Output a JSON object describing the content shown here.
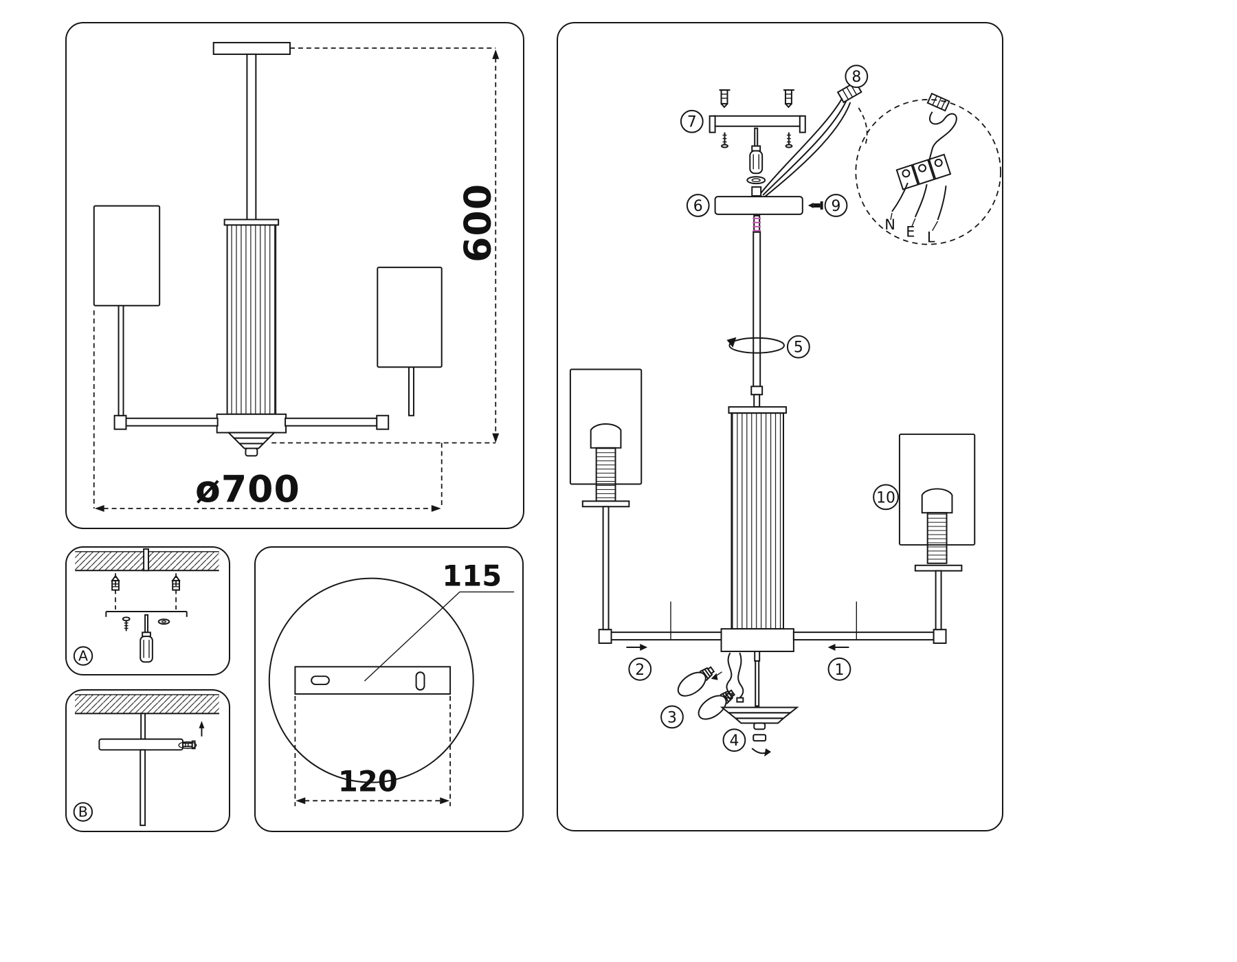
{
  "colors": {
    "ink": "#161616",
    "background": "#ffffff",
    "thread_accent": "#c05ab0"
  },
  "dimension_panel": {
    "height_label": "600",
    "diameter_label": "ø700"
  },
  "step_panels": {
    "a_label": "A",
    "b_label": "B"
  },
  "plate_panel": {
    "length_label": "115",
    "width_label": "120"
  },
  "assembly_panel": {
    "callouts": {
      "c1": "1",
      "c2": "2",
      "c3": "3",
      "c4": "4",
      "c5": "5",
      "c6": "6",
      "c7": "7",
      "c8": "8",
      "c9": "9",
      "c10": "10"
    },
    "wire_labels": {
      "n": "N",
      "e": "E",
      "l": "L"
    }
  }
}
